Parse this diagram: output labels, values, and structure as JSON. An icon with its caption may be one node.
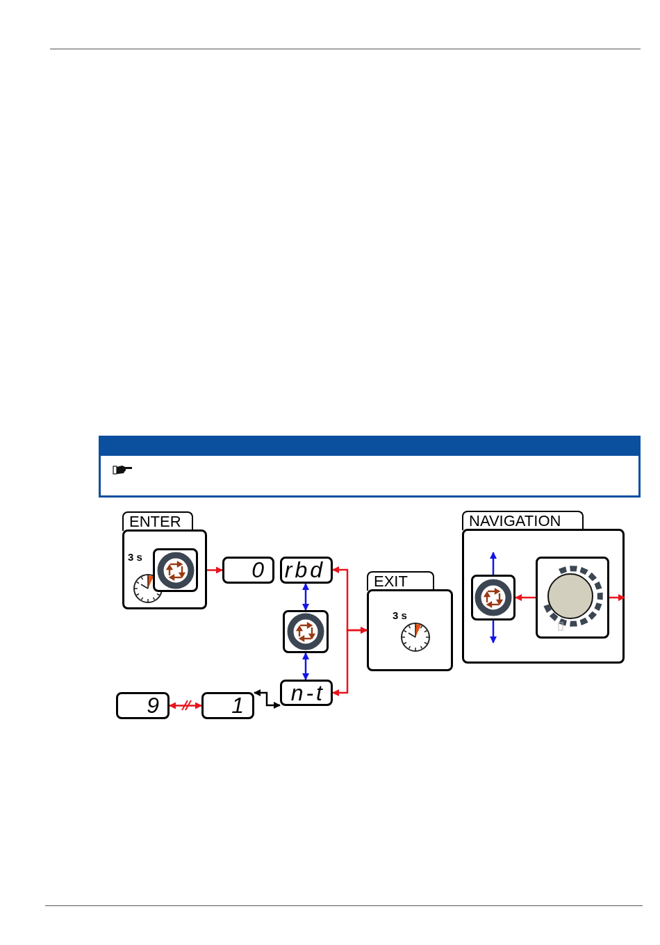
{
  "diagram": {
    "nodes": [
      {
        "text": [
          "ENTER",
          "3 s"
        ]
      },
      {
        "text": [],
        "shape": "box",
        "in": 0
      },
      {
        "text": [
          "0"
        ]
      },
      {
        "text": [
          "rbd"
        ]
      },
      {
        "text": [],
        "shape": "box"
      },
      {
        "text": [
          "n-t"
        ]
      },
      {
        "text": [
          "1"
        ]
      },
      {
        "text": [
          "9"
        ]
      },
      {
        "text": [
          "EXIT",
          "3 s"
        ]
      },
      {
        "text": [
          "NAVIGATION"
        ]
      },
      {
        "text": [],
        "shape": "box",
        "in": 9
      },
      {
        "text": [],
        "shape": "box",
        "in": 9
      }
    ],
    "edges": [
      {
        "from": 0,
        "to": 2,
        "arrow": "to"
      },
      {
        "from": 3,
        "to": 4,
        "arrow": "both",
        "color": "#1414e6"
      },
      {
        "from": 4,
        "to": 5,
        "arrow": "both",
        "color": "#1414e6"
      },
      {
        "from": 3,
        "to": 8,
        "arrow": "both"
      },
      {
        "from": 5,
        "to": 8,
        "arrow": "both"
      },
      {
        "from": 5,
        "to": 6,
        "arrow": "both",
        "color": "#000000"
      },
      {
        "from": 7,
        "to": 6,
        "arrow": "both"
      },
      {
        "from": 11,
        "to": 10,
        "arrow": "to"
      },
      {
        "from": 11,
        "to": null,
        "arrow": "to"
      },
      {
        "from": 10,
        "to": null,
        "arrow": "to",
        "color": "#1414e6"
      },
      {
        "from": 10,
        "to": null,
        "arrow": "to",
        "color": "#1414e6"
      }
    ]
  }
}
